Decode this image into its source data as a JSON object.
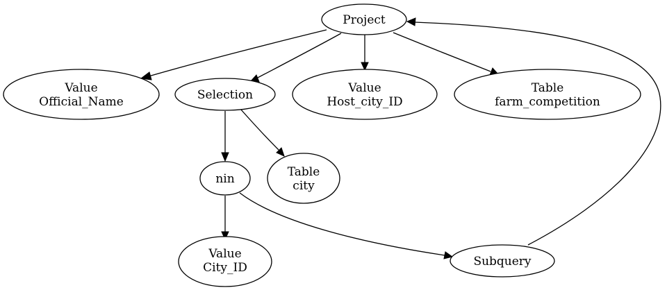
{
  "nodes": {
    "project": {
      "lines": [
        "Project"
      ]
    },
    "value_official": {
      "lines": [
        "Value",
        "Official_Name"
      ]
    },
    "selection": {
      "lines": [
        "Selection"
      ]
    },
    "value_host": {
      "lines": [
        "Value",
        "Host_city_ID"
      ]
    },
    "table_farm": {
      "lines": [
        "Table",
        "farm_competition"
      ]
    },
    "nin": {
      "lines": [
        "nin"
      ]
    },
    "table_city": {
      "lines": [
        "Table",
        "city"
      ]
    },
    "value_cityid": {
      "lines": [
        "Value",
        "City_ID"
      ]
    },
    "subquery": {
      "lines": [
        "Subquery"
      ]
    }
  },
  "edges": [
    {
      "from": "project",
      "to": "value_official"
    },
    {
      "from": "project",
      "to": "selection"
    },
    {
      "from": "project",
      "to": "value_host"
    },
    {
      "from": "project",
      "to": "table_farm"
    },
    {
      "from": "selection",
      "to": "nin"
    },
    {
      "from": "selection",
      "to": "table_city"
    },
    {
      "from": "nin",
      "to": "value_cityid"
    },
    {
      "from": "nin",
      "to": "subquery"
    },
    {
      "from": "subquery",
      "to": "project"
    }
  ]
}
